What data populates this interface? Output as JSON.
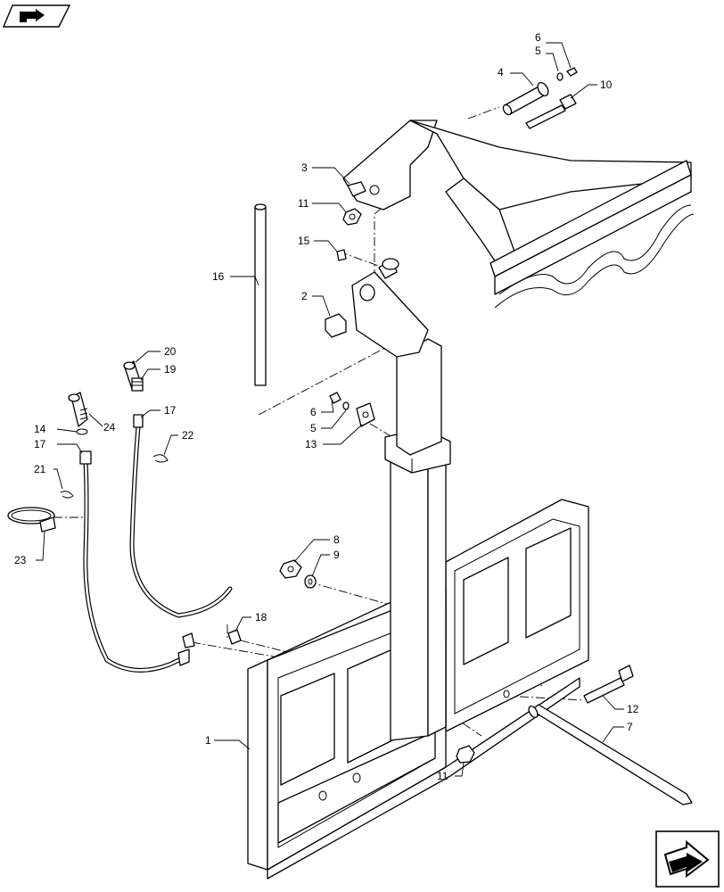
{
  "callouts": [
    {
      "id": "c1",
      "text": "1"
    },
    {
      "id": "c2",
      "text": "2"
    },
    {
      "id": "c3",
      "text": "3"
    },
    {
      "id": "c4",
      "text": "4"
    },
    {
      "id": "c5a",
      "text": "5"
    },
    {
      "id": "c5b",
      "text": "5"
    },
    {
      "id": "c6a",
      "text": "6"
    },
    {
      "id": "c6b",
      "text": "6"
    },
    {
      "id": "c7",
      "text": "7"
    },
    {
      "id": "c8",
      "text": "8"
    },
    {
      "id": "c9",
      "text": "9"
    },
    {
      "id": "c10",
      "text": "10"
    },
    {
      "id": "c11a",
      "text": "11"
    },
    {
      "id": "c11b",
      "text": "11"
    },
    {
      "id": "c12",
      "text": "12"
    },
    {
      "id": "c13",
      "text": "13"
    },
    {
      "id": "c14",
      "text": "14"
    },
    {
      "id": "c15",
      "text": "15"
    },
    {
      "id": "c16",
      "text": "16"
    },
    {
      "id": "c17a",
      "text": "17"
    },
    {
      "id": "c17b",
      "text": "17"
    },
    {
      "id": "c18",
      "text": "18"
    },
    {
      "id": "c19",
      "text": "19"
    },
    {
      "id": "c20",
      "text": "20"
    },
    {
      "id": "c21",
      "text": "21"
    },
    {
      "id": "c22",
      "text": "22"
    },
    {
      "id": "c23",
      "text": "23"
    },
    {
      "id": "c24",
      "text": "24"
    }
  ],
  "navigation": {
    "top_icon": "book-arrow-icon",
    "bottom_icon": "next-page-arrow-icon"
  }
}
